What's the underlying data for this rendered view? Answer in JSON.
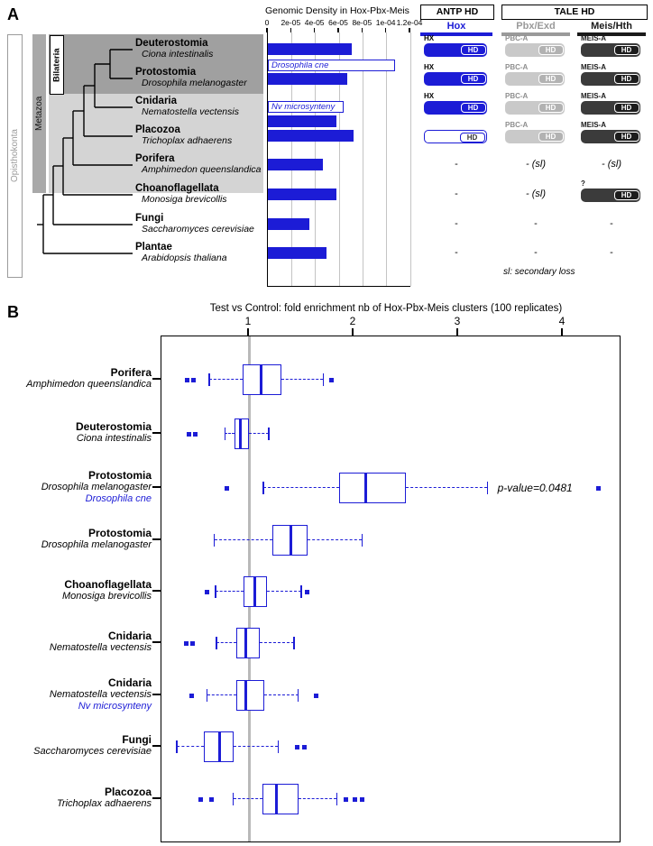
{
  "panelA": {
    "label": "A",
    "tree": {
      "clade_boxes": [
        {
          "name": "Opisthokonta",
          "style": "outline-gray"
        },
        {
          "name": "Metazoa",
          "style": "filled-gray"
        },
        {
          "name": "Bilateria",
          "style": "outline-black"
        }
      ],
      "taxa": [
        {
          "group": "Deuterostomia",
          "species": "Ciona intestinalis"
        },
        {
          "group": "Protostomia",
          "species": "Drosophila melanogaster"
        },
        {
          "group": "Cnidaria",
          "species": "Nematostella vectensis"
        },
        {
          "group": "Placozoa",
          "species": "Trichoplax adhaerens"
        },
        {
          "group": "Porifera",
          "species": "Amphimedon queenslandica"
        },
        {
          "group": "Choanoflagellata",
          "species": "Monosiga brevicollis"
        },
        {
          "group": "Fungi",
          "species": "Saccharomyces cerevisiae"
        },
        {
          "group": "Plantae",
          "species": "Arabidopsis thaliana"
        }
      ]
    },
    "domains": {
      "headers": [
        {
          "text": "ANTP HD"
        },
        {
          "text": "TALE HD"
        }
      ],
      "columns": [
        {
          "name": "Hox",
          "color": "#1c1cd6"
        },
        {
          "name": "Pbx/Exd",
          "color": "#9a9a9a"
        },
        {
          "name": "Meis/Hth",
          "color": "#1a1a1a"
        }
      ],
      "hd_label": "HD",
      "rows": [
        {
          "hox": {
            "kind": "motif",
            "caption": "HX",
            "variant": "blue"
          },
          "pbx": {
            "kind": "motif",
            "caption": "PBC-A",
            "variant": "gray"
          },
          "meis": {
            "kind": "motif",
            "caption": "MEIS-A",
            "variant": "dark"
          }
        },
        {
          "hox": {
            "kind": "motif",
            "caption": "HX",
            "variant": "blue"
          },
          "pbx": {
            "kind": "motif",
            "caption": "PBC-A",
            "variant": "gray"
          },
          "meis": {
            "kind": "motif",
            "caption": "MEIS-A",
            "variant": "dark"
          }
        },
        {
          "hox": {
            "kind": "motif",
            "caption": "HX",
            "variant": "blue"
          },
          "pbx": {
            "kind": "motif",
            "caption": "PBC-A",
            "variant": "gray"
          },
          "meis": {
            "kind": "motif",
            "caption": "MEIS-A",
            "variant": "dark"
          }
        },
        {
          "hox": {
            "kind": "motif",
            "caption": "",
            "variant": "outline"
          },
          "pbx": {
            "kind": "motif",
            "caption": "PBC-A",
            "variant": "gray"
          },
          "meis": {
            "kind": "motif",
            "caption": "MEIS-A",
            "variant": "dark"
          }
        },
        {
          "hox": {
            "kind": "text",
            "text": "-"
          },
          "pbx": {
            "kind": "text",
            "text": "- (sl)"
          },
          "meis": {
            "kind": "text",
            "text": "- (sl)"
          }
        },
        {
          "hox": {
            "kind": "text",
            "text": "-"
          },
          "pbx": {
            "kind": "text",
            "text": "- (sl)"
          },
          "meis": {
            "kind": "motif",
            "caption": "?",
            "variant": "dark"
          }
        },
        {
          "hox": {
            "kind": "text",
            "text": "-"
          },
          "pbx": {
            "kind": "text",
            "text": "-"
          },
          "meis": {
            "kind": "text",
            "text": "-"
          }
        },
        {
          "hox": {
            "kind": "text",
            "text": "-"
          },
          "pbx": {
            "kind": "text",
            "text": "-"
          },
          "meis": {
            "kind": "text",
            "text": "-"
          }
        }
      ],
      "footnote": "sl: secondary loss"
    }
  },
  "panelB": {
    "label": "B"
  },
  "chart_data": [
    {
      "type": "bar",
      "title": "Genomic Density in Hox-Pbx-Meis",
      "orientation": "horizontal",
      "xlim": [
        0,
        0.00012
      ],
      "xtick_labels": [
        "0",
        "2e-05",
        "4e-05",
        "6e-05",
        "8e-05",
        "1e-04",
        "1.2e-04"
      ],
      "xtick_values": [
        0,
        2e-05,
        4e-05,
        6e-05,
        8e-05,
        0.0001,
        0.00012
      ],
      "bar_color": "#1c1cd6",
      "grid": true,
      "bars": [
        {
          "label": "Ciona intestinalis",
          "value": 7.1e-05,
          "style": "filled"
        },
        {
          "label": "Drosophila cne",
          "value": 0.000107,
          "style": "outline",
          "text": "Drosophila cne"
        },
        {
          "label": "Drosophila melanogaster",
          "value": 6.7e-05,
          "style": "filled"
        },
        {
          "label": "Nv microsynteny",
          "value": 6.4e-05,
          "style": "outline",
          "text": "Nv microsynteny"
        },
        {
          "label": "Nematostella vectensis",
          "value": 5.8e-05,
          "style": "filled"
        },
        {
          "label": "Trichoplax adhaerens",
          "value": 7.2e-05,
          "style": "filled"
        },
        {
          "label": "Amphimedon queenslandica",
          "value": 4.6e-05,
          "style": "filled"
        },
        {
          "label": "Monosiga brevicollis",
          "value": 5.8e-05,
          "style": "filled"
        },
        {
          "label": "Saccharomyces cerevisiae",
          "value": 3.5e-05,
          "style": "filled"
        },
        {
          "label": "Arabidopsis thaliana",
          "value": 4.9e-05,
          "style": "filled"
        }
      ]
    },
    {
      "type": "boxplot",
      "title": "Test vs Control: fold enrichment nb of Hox-Pbx-Meis clusters (100 replicates)",
      "xticks": [
        1,
        2,
        3,
        4
      ],
      "xlim": [
        0.16,
        4.56
      ],
      "reference_line": 1,
      "box_color": "#1c1cd6",
      "rows": [
        {
          "labels": [
            {
              "text": "Porifera",
              "style": "bold"
            },
            {
              "text": "Amphimedon queenslandica",
              "style": "italic"
            }
          ],
          "outliers_low": [
            0.41,
            0.47
          ],
          "whisker_low": 0.62,
          "q1": 0.94,
          "median": 1.12,
          "q3": 1.31,
          "whisker_high": 1.71,
          "outliers_high": [
            1.79
          ]
        },
        {
          "labels": [
            {
              "text": "Deuterostomia",
              "style": "bold"
            },
            {
              "text": "Ciona intestinalis",
              "style": "italic"
            }
          ],
          "outliers_low": [
            0.43,
            0.49
          ],
          "whisker_low": 0.77,
          "q1": 0.86,
          "median": 0.92,
          "q3": 1.0,
          "whisker_high": 1.19,
          "outliers_high": []
        },
        {
          "labels": [
            {
              "text": "Protostomia",
              "style": "bold"
            },
            {
              "text": "Drosophila melanogaster",
              "style": "italic"
            },
            {
              "text": "Drosophila cne",
              "style": "blue-italic"
            }
          ],
          "outliers_low": [
            0.79
          ],
          "whisker_low": 1.14,
          "q1": 1.86,
          "median": 2.12,
          "q3": 2.5,
          "whisker_high": 3.28,
          "outliers_high": [
            4.34
          ],
          "annotation": "p-value=0.0481"
        },
        {
          "labels": [
            {
              "text": "Protostomia",
              "style": "bold"
            },
            {
              "text": "Drosophila melanogaster",
              "style": "italic"
            }
          ],
          "outliers_low": [],
          "whisker_low": 0.67,
          "q1": 1.22,
          "median": 1.4,
          "q3": 1.56,
          "whisker_high": 2.08,
          "outliers_high": []
        },
        {
          "labels": [
            {
              "text": "Choanoflagellata",
              "style": "bold"
            },
            {
              "text": "Monosiga brevicollis",
              "style": "italic"
            }
          ],
          "outliers_low": [
            0.6
          ],
          "whisker_low": 0.68,
          "q1": 0.95,
          "median": 1.06,
          "q3": 1.17,
          "whisker_high": 1.5,
          "outliers_high": [
            1.56
          ]
        },
        {
          "labels": [
            {
              "text": "Cnidaria",
              "style": "bold"
            },
            {
              "text": "Nematostella vectensis",
              "style": "italic"
            }
          ],
          "outliers_low": [
            0.4,
            0.46
          ],
          "whisker_low": 0.69,
          "q1": 0.88,
          "median": 0.97,
          "q3": 1.1,
          "whisker_high": 1.43,
          "outliers_high": []
        },
        {
          "labels": [
            {
              "text": "Cnidaria",
              "style": "bold"
            },
            {
              "text": "Nematostella vectensis",
              "style": "italic"
            },
            {
              "text": "Nv microsynteny",
              "style": "blue-italic"
            }
          ],
          "outliers_low": [
            0.45
          ],
          "whisker_low": 0.6,
          "q1": 0.88,
          "median": 0.97,
          "q3": 1.15,
          "whisker_high": 1.47,
          "outliers_high": [
            1.64
          ]
        },
        {
          "labels": [
            {
              "text": "Fungi",
              "style": "bold"
            },
            {
              "text": "Saccharomyces cerevisiae",
              "style": "italic"
            }
          ],
          "outliers_low": [],
          "whisker_low": 0.31,
          "q1": 0.57,
          "median": 0.72,
          "q3": 0.85,
          "whisker_high": 1.28,
          "outliers_high": [
            1.46,
            1.53
          ]
        },
        {
          "labels": [
            {
              "text": "Placozoa",
              "style": "bold"
            },
            {
              "text": "Trichoplax adhaerens",
              "style": "italic"
            }
          ],
          "outliers_low": [
            0.54,
            0.64
          ],
          "whisker_low": 0.85,
          "q1": 1.13,
          "median": 1.26,
          "q3": 1.47,
          "whisker_high": 1.84,
          "outliers_high": [
            1.93,
            2.01,
            2.08
          ]
        }
      ]
    }
  ]
}
